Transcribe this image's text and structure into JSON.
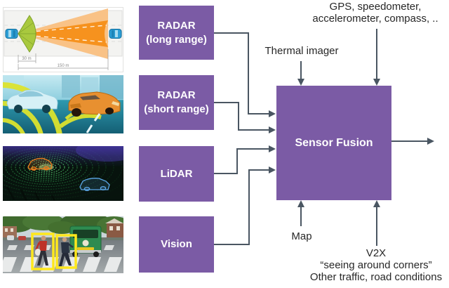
{
  "boxes": {
    "radar_long": "RADAR\n(long range)",
    "radar_short": "RADAR\n(short range)",
    "lidar": "LiDAR",
    "vision": "Vision",
    "fusion": "Sensor Fusion"
  },
  "labels": {
    "gps": "GPS, speedometer,\naccelerometer, compass, ..",
    "thermal": "Thermal imager",
    "map": "Map",
    "v2x": "V2X\n“seeing around corners”\nOther traffic, road conditions"
  },
  "illustrations": {
    "radar_diagram": {
      "near_label": "30 m",
      "far_label": "150 m"
    }
  },
  "colors": {
    "box_purple": "#7B5BA5",
    "connector_gray": "#4A5662",
    "label_text": "#272727",
    "box_text": "#FFFFFF",
    "radar_cone_light": "#F9C286",
    "radar_cone_dark": "#F6921E",
    "radar_fan_green": "#A9C93E",
    "detection_yellow": "#FFE81C",
    "lidar_green": "#2E8245"
  }
}
